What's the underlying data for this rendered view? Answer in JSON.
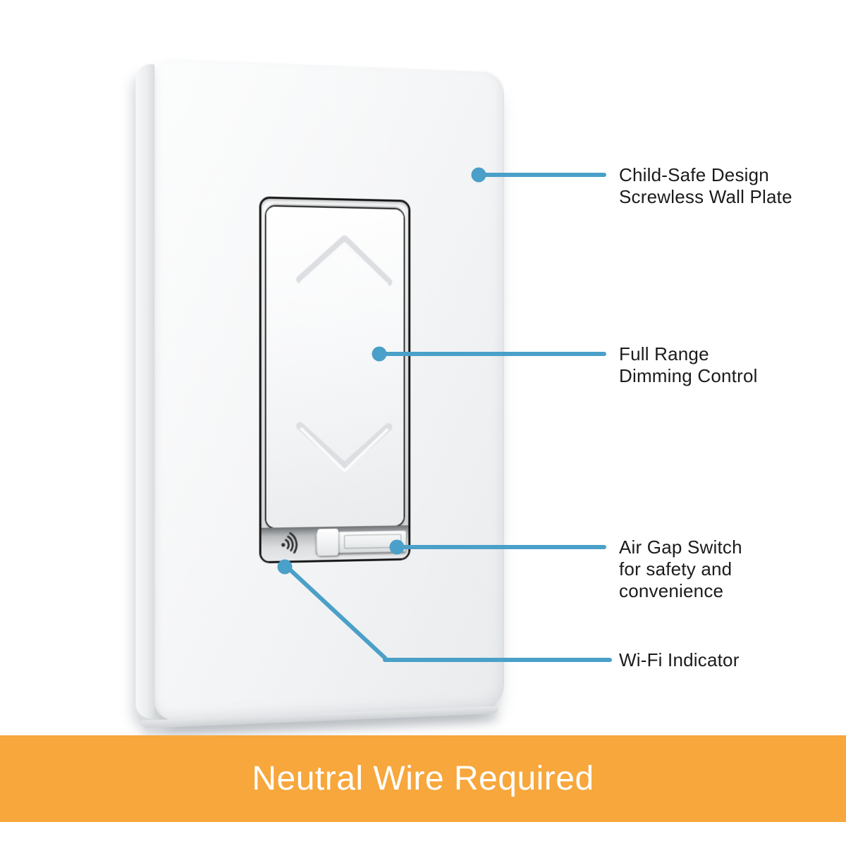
{
  "product_image": {
    "description_visible_parts": "white smart dimmer wall switch with screwless plate",
    "icons": {
      "chevron_up": "chevron-up-icon (dim up groove on paddle)",
      "chevron_down": "chevron-down-icon (dim down groove on paddle)",
      "wifi": "wifi-indicator-icon (signal waves beside air gap switch)"
    }
  },
  "callouts": [
    {
      "id": "child-safe",
      "lines": [
        "Child-Safe Design",
        "Screwless Wall Plate"
      ]
    },
    {
      "id": "dimming",
      "lines": [
        "Full Range",
        "Dimming Control"
      ]
    },
    {
      "id": "air-gap",
      "lines": [
        "Air Gap Switch",
        "for safety and",
        "convenience"
      ]
    },
    {
      "id": "wifi",
      "lines": [
        "Wi-Fi Indicator"
      ]
    }
  ],
  "banner": {
    "text": "Neutral Wire Required",
    "background": "#F7A73C",
    "text_color": "#FFFFFF"
  },
  "colors": {
    "callout_accent": "#4AA0C8",
    "label_text": "#1B1B1B",
    "page_background": "#FFFFFF"
  }
}
